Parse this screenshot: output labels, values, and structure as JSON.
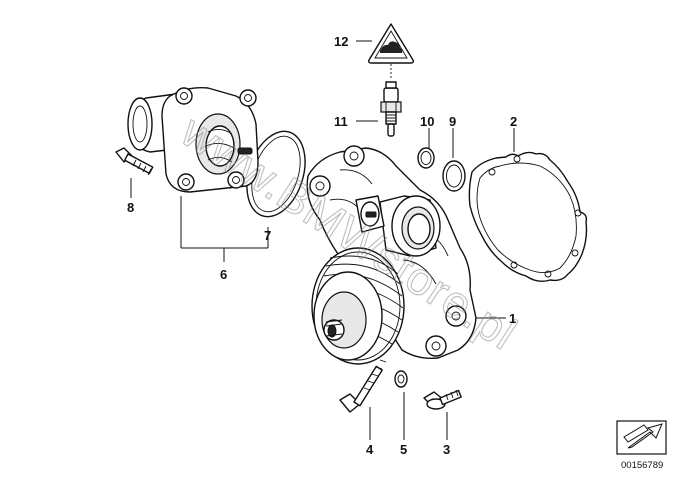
{
  "callouts": {
    "c1": "1",
    "c2": "2",
    "c3": "3",
    "c4": "4",
    "c5": "5",
    "c6": "6",
    "c7": "7",
    "c8": "8",
    "c9": "9",
    "c10": "10",
    "c11": "11",
    "c12": "12"
  },
  "watermark": "www.BMWstore.pl",
  "document_number": "00156789",
  "icons": {
    "warning_label": "coolant-warning-triangle-icon",
    "corner_badge": "arrow-in-box-icon"
  }
}
